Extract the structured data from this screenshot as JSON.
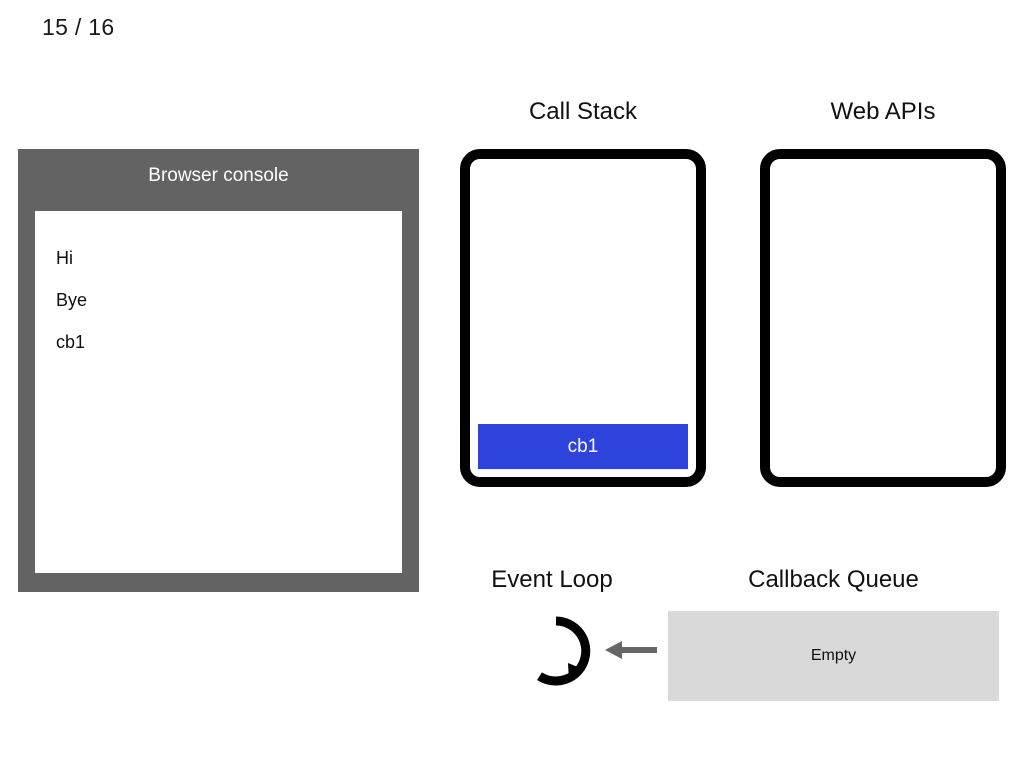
{
  "page": {
    "counter": "15 / 16"
  },
  "console": {
    "title": "Browser console",
    "lines": [
      "Hi",
      "Bye",
      "cb1"
    ]
  },
  "call_stack": {
    "title": "Call Stack",
    "frames": [
      {
        "label": "cb1",
        "color": "#2e43dc"
      }
    ]
  },
  "web_apis": {
    "title": "Web APIs",
    "items": []
  },
  "event_loop": {
    "title": "Event Loop",
    "loop_icon": "circular-arrow-icon",
    "feed_arrow_icon": "arrow-left-icon",
    "arrow_color": "#666666"
  },
  "callback_queue": {
    "title": "Callback Queue",
    "status": "Empty",
    "background": "#d9d9d9"
  }
}
